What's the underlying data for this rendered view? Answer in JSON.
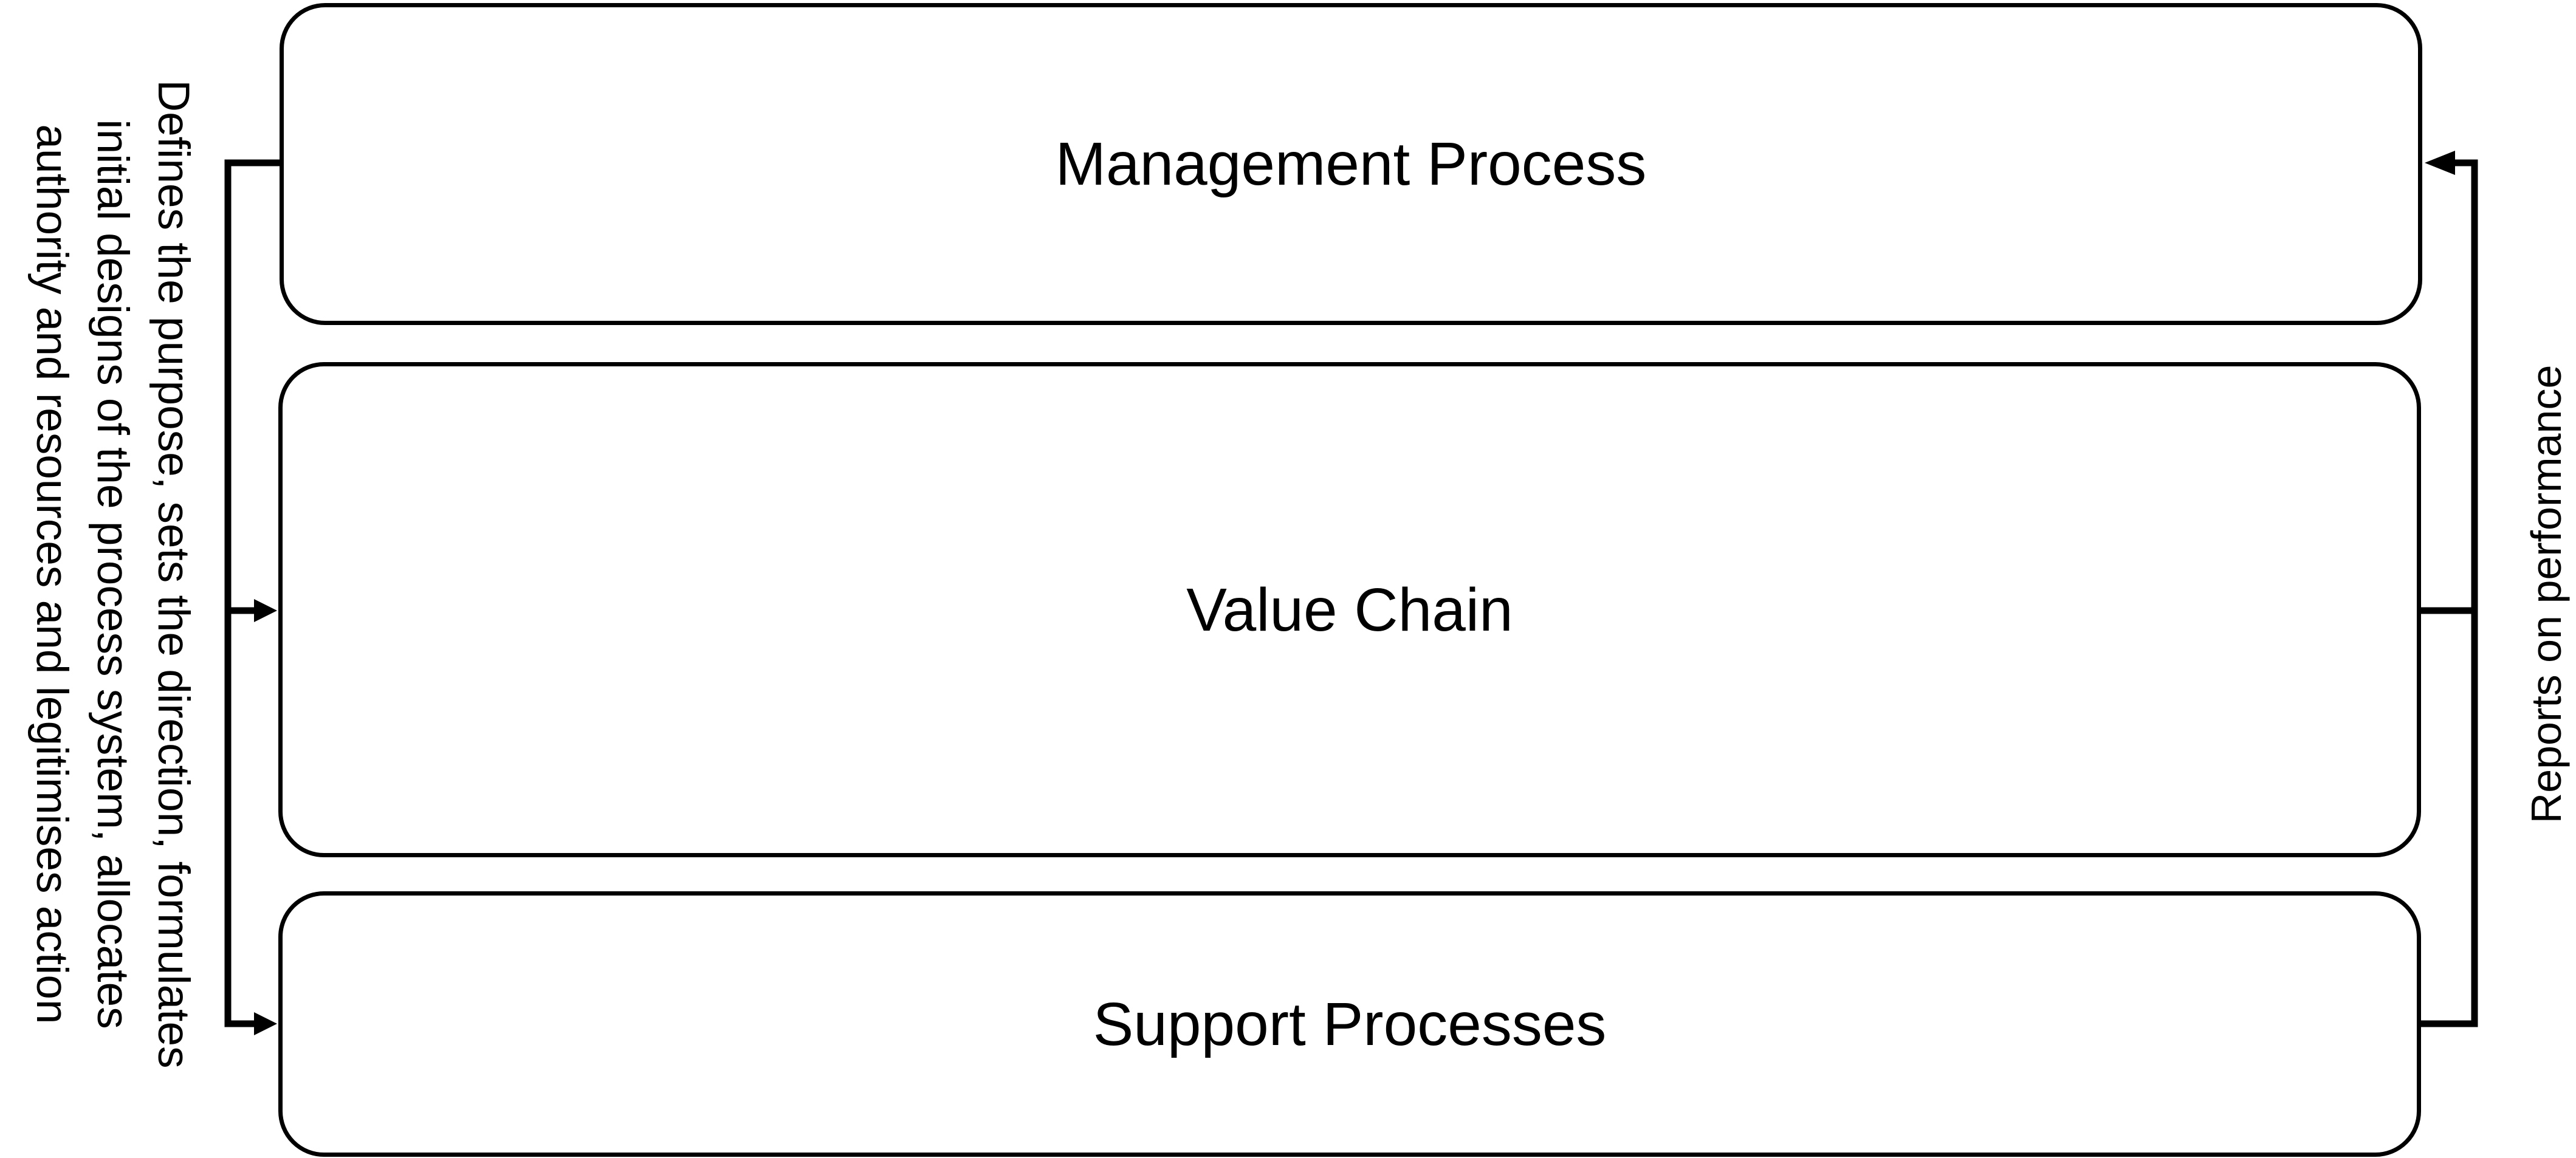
{
  "boxes": {
    "management": "Management Process",
    "value_chain": "Value Chain",
    "support": "Support Processes"
  },
  "left_annotation": {
    "lines": [
      "Defines the purpose, sets the direction, formulates",
      "initial designs of the process system, allocates",
      "authority and resources and legitimises action"
    ]
  },
  "right_annotation": "Reports on performance",
  "colors": {
    "stroke": "#000000",
    "background": "#ffffff"
  }
}
